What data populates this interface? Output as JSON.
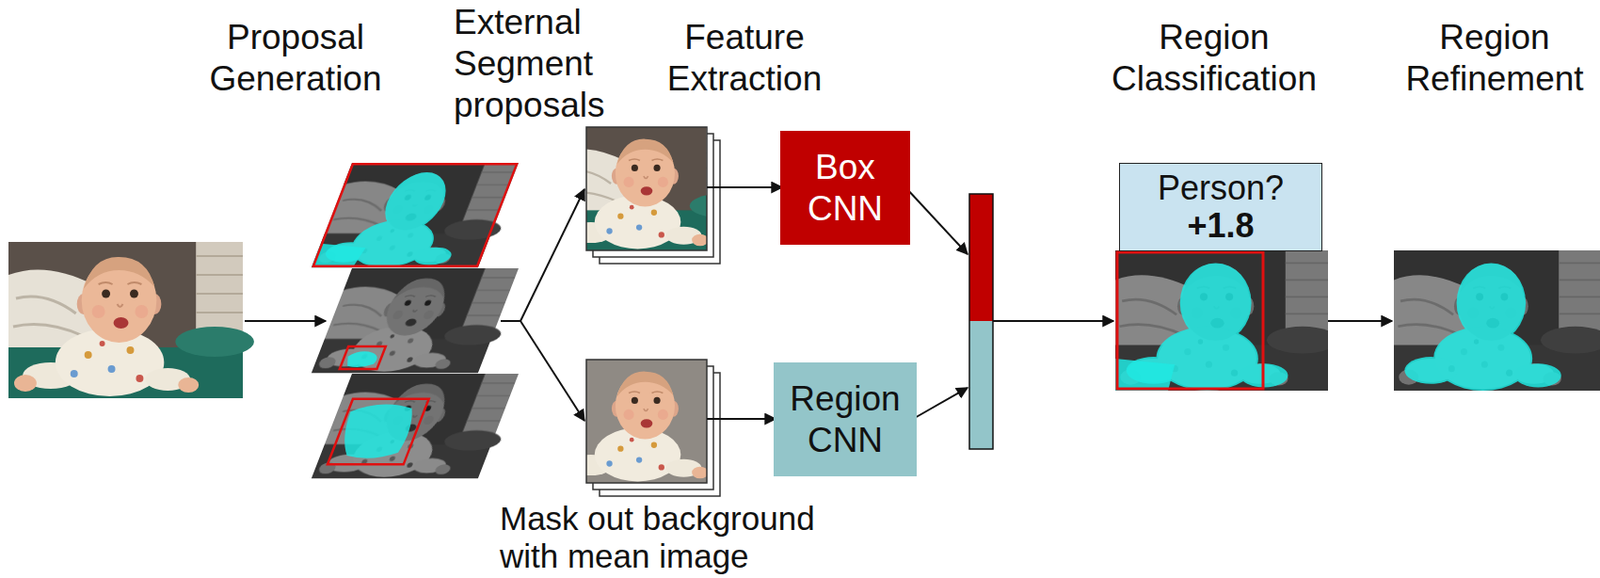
{
  "diagram": {
    "nodes": [
      {
        "text": [
          "Box CNN"
        ]
      },
      {
        "text": [
          "Region CNN"
        ]
      },
      {
        "text": [
          "Person?",
          "+1.8"
        ]
      }
    ],
    "labels": [
      "Proposal Generation",
      "External Segment proposals",
      "Feature Extraction",
      "Region Classification",
      "Region Refinement",
      "Mask out background with mean image"
    ]
  }
}
